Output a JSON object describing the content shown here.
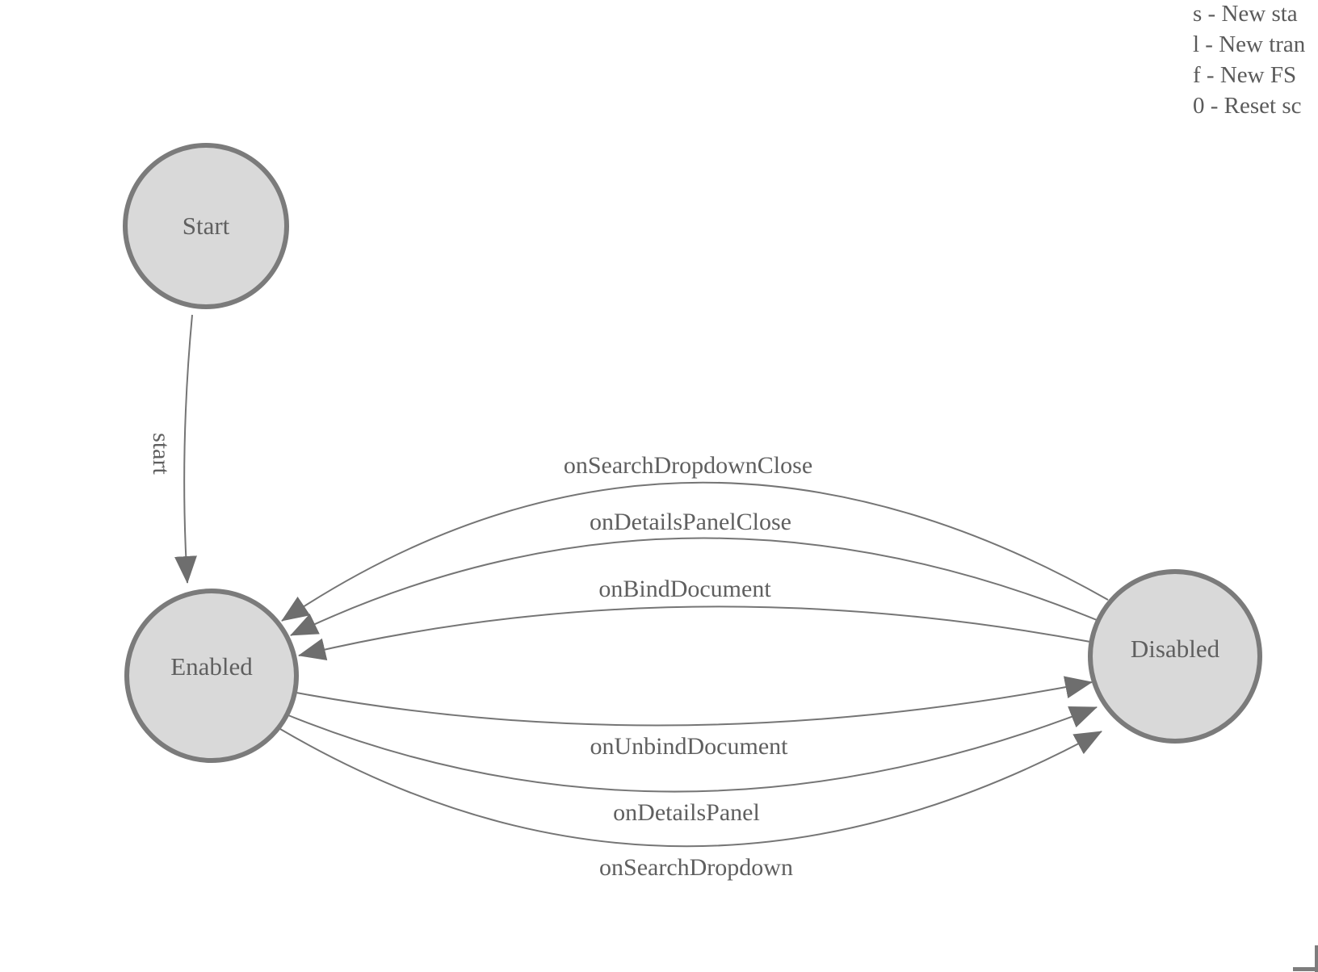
{
  "diagram": {
    "type": "state-machine",
    "nodes": [
      {
        "id": "start",
        "label": "Start"
      },
      {
        "id": "enabled",
        "label": "Enabled"
      },
      {
        "id": "disabled",
        "label": "Disabled"
      }
    ],
    "edges": [
      {
        "label": "start",
        "from": "Start",
        "to": "Enabled"
      },
      {
        "label": "onSearchDropdownClose",
        "from": "Disabled",
        "to": "Enabled"
      },
      {
        "label": "onDetailsPanelClose",
        "from": "Disabled",
        "to": "Enabled"
      },
      {
        "label": "onBindDocument",
        "from": "Disabled",
        "to": "Enabled"
      },
      {
        "label": "onUnbindDocument",
        "from": "Enabled",
        "to": "Disabled"
      },
      {
        "label": "onDetailsPanel",
        "from": "Enabled",
        "to": "Disabled"
      },
      {
        "label": "onSearchDropdown",
        "from": "Enabled",
        "to": "Disabled"
      }
    ]
  },
  "legend": {
    "lines": [
      "s - New sta",
      "l - New tran",
      "f - New FS",
      "0 - Reset sc"
    ]
  },
  "colors": {
    "node_fill": "#d9d9d9",
    "node_stroke": "#7b7b7b",
    "edge_stroke": "#757575",
    "arrow_fill": "#6e6e6e",
    "label_text": "#5f5f5f"
  }
}
